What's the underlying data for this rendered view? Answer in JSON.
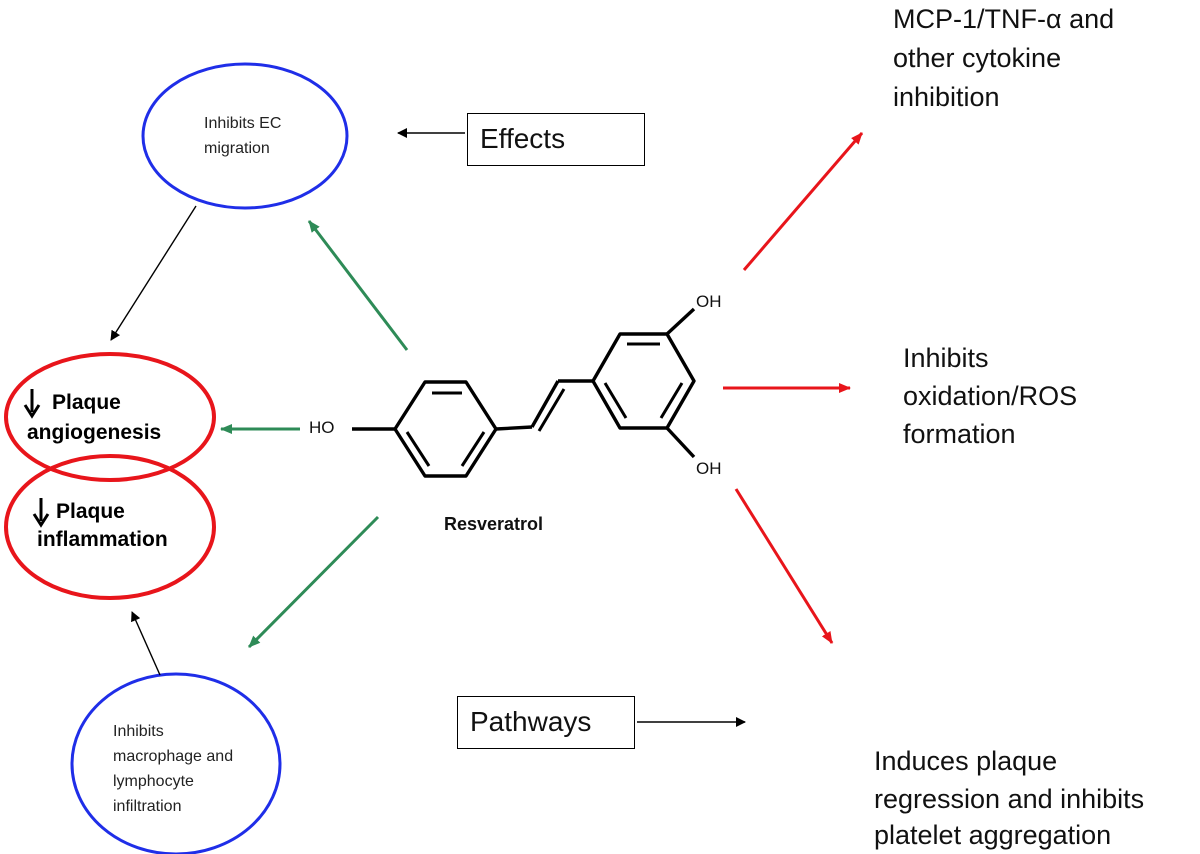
{
  "nodes": {
    "inhibits_ec": {
      "line1": "Inhibits EC",
      "line2": "migration"
    },
    "effects_box": "Effects",
    "pathways_box": "Pathways",
    "plaque_angiogenesis": {
      "line1": "Plaque",
      "line2": "angiogenesis"
    },
    "plaque_inflammation": {
      "line1": "Plaque",
      "line2": "inflammation"
    },
    "inhibits_macrophage": {
      "line1": "Inhibits",
      "line2": "macrophage and",
      "line3": "lymphocyte",
      "line4": "infiltration"
    },
    "cytokine": {
      "line1": "MCP-1/TNF-α  and",
      "line2": "other cytokine",
      "line3": "inhibition"
    },
    "oxidation": {
      "line1": "Inhibits",
      "line2": "oxidation/ROS",
      "line3": "formation"
    },
    "regression": {
      "line1": "Induces plaque",
      "line2": "regression and inhibits",
      "line3": "platelet aggregation"
    }
  },
  "molecule": {
    "name": "Resveratrol",
    "substituents": {
      "ho_left": "HO",
      "oh_top": "OH",
      "oh_bottom": "OH"
    }
  },
  "colors": {
    "black_arrow": "#000000",
    "green_arrow": "#2e8b57",
    "red_arrow": "#e8151b",
    "blue_outline": "#1f2ee8",
    "red_outline": "#e8151b"
  }
}
